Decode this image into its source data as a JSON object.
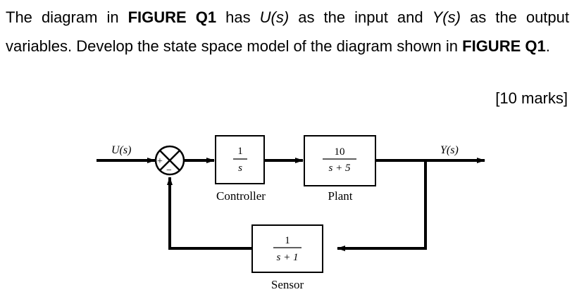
{
  "question": {
    "p1": "The diagram in ",
    "fig_ref": "FIGURE Q1",
    "p2": " has ",
    "input_var": "U(s)",
    "p3": " as the input and ",
    "output_var": "Y(s)",
    "p4": " as the output variables. Develop the state space model of the diagram shown in ",
    "fig_ref2": "FIGURE Q1",
    "p5": "."
  },
  "marks": "[10 marks]",
  "diagram": {
    "input_label": "U(s)",
    "output_label": "Y(s)",
    "sum_plus": "+",
    "sum_minus": "−",
    "controller": {
      "num": "1",
      "den": "s",
      "label": "Controller"
    },
    "plant": {
      "num": "10",
      "den": "s + 5",
      "label": "Plant"
    },
    "sensor": {
      "num": "1",
      "den": "s + 1",
      "label": "Sensor"
    }
  }
}
